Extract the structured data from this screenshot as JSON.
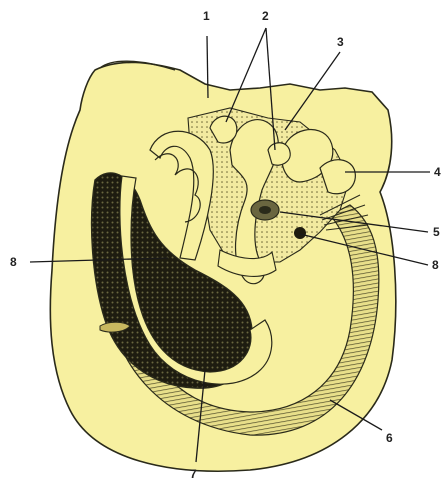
{
  "diagram": {
    "labels": {
      "l1": "1",
      "l2": "2",
      "l3": "3",
      "l4": "4",
      "l5": "5",
      "l6": "6",
      "l7": "7",
      "l8_left": "8",
      "l8_right": "8"
    },
    "colors": {
      "background": "#ffffff",
      "pale_yellow": "#f7f0a0",
      "outline": "#2a2a1a",
      "dark_mass": "#1e1c10",
      "hatch": "#5a5630"
    }
  }
}
